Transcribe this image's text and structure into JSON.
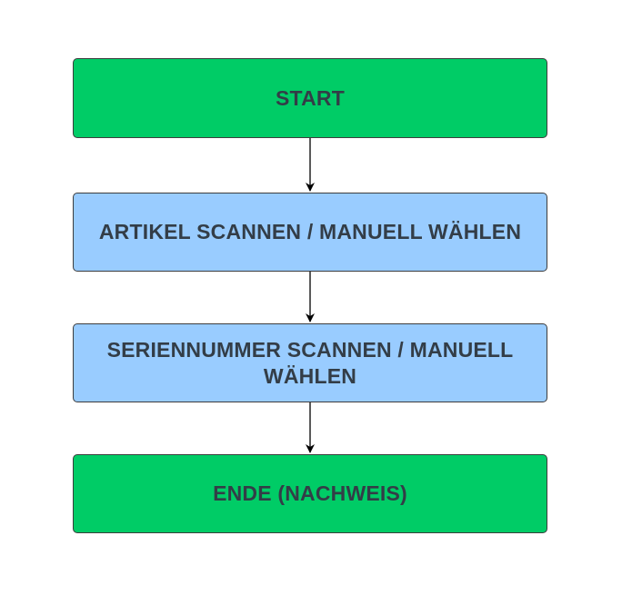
{
  "diagram": {
    "colors": {
      "terminal_fill": "#00cc66",
      "process_fill": "#99ccff",
      "border": "#3d3d3d",
      "text": "#333d47",
      "arrow": "#000000"
    },
    "nodes": [
      {
        "id": "start",
        "kind": "terminal",
        "label": "START"
      },
      {
        "id": "scan-article",
        "kind": "process",
        "label": "ARTIKEL SCANNEN / MANUELL WÄHLEN"
      },
      {
        "id": "scan-serial",
        "kind": "process",
        "label": "SERIENNUMMER SCANNEN / MANUELL WÄHLEN"
      },
      {
        "id": "end",
        "kind": "terminal",
        "label": "ENDE (NACHWEIS)"
      }
    ],
    "edges": [
      {
        "from": "start",
        "to": "scan-article"
      },
      {
        "from": "scan-article",
        "to": "scan-serial"
      },
      {
        "from": "scan-serial",
        "to": "end"
      }
    ]
  }
}
